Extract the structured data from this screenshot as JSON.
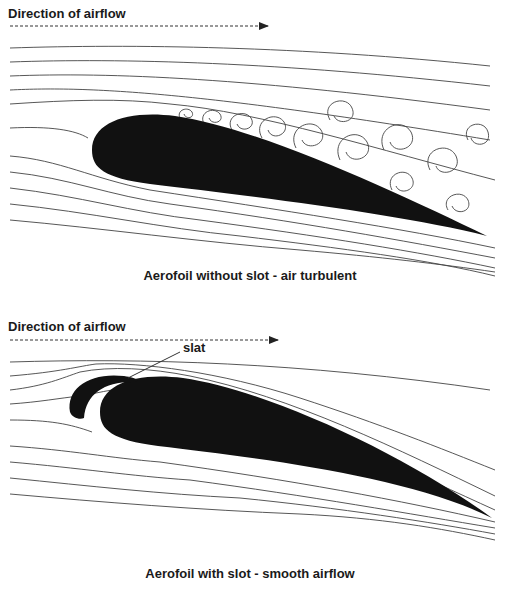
{
  "diagram": {
    "labels": [
      "Direction of airflow",
      "Aerofoil without slot - air turbulent",
      "Direction of airflow",
      "slat",
      "Aerofoil with slot - smooth airflow"
    ]
  }
}
